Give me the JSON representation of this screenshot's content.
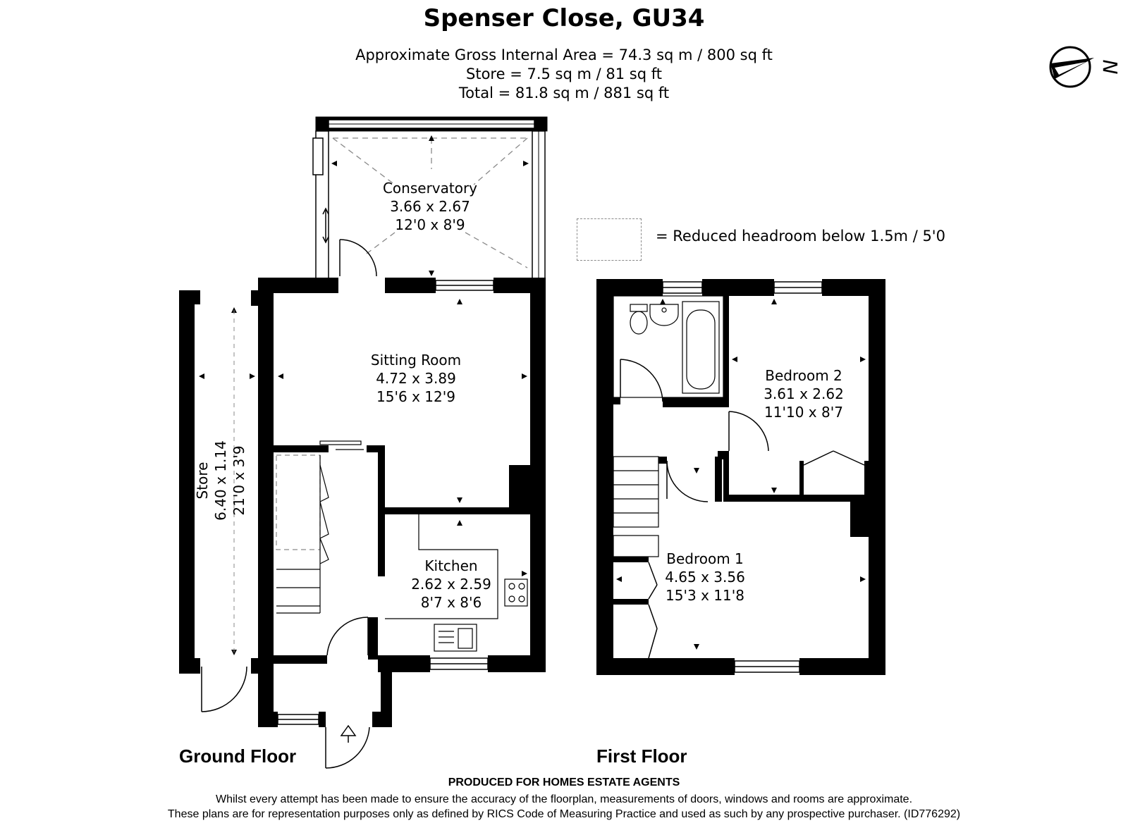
{
  "title": "Spenser Close, GU34",
  "areas": [
    "Approximate Gross Internal Area = 74.3 sq m / 800 sq ft",
    "Store = 7.5 sq m / 81 sq ft",
    "Total = 81.8 sq m / 881 sq ft"
  ],
  "compass_letter": "N",
  "legend": {
    "text": "= Reduced headroom below 1.5m / 5'0"
  },
  "floors": {
    "ground": "Ground Floor",
    "first": "First Floor"
  },
  "rooms": {
    "conservatory": {
      "name": "Conservatory",
      "metric": "3.66 x 2.67",
      "imperial": "12'0 x 8'9"
    },
    "sitting": {
      "name": "Sitting Room",
      "metric": "4.72 x 3.89",
      "imperial": "15'6 x 12'9"
    },
    "kitchen": {
      "name": "Kitchen",
      "metric": "2.62 x 2.59",
      "imperial": "8'7 x 8'6"
    },
    "store": {
      "name": "Store",
      "metric": "6.40 x 1.14",
      "imperial": "21'0 x 3'9"
    },
    "bedroom2": {
      "name": "Bedroom 2",
      "metric": "3.61 x 2.62",
      "imperial": "11'10 x 8'7"
    },
    "bedroom1": {
      "name": "Bedroom 1",
      "metric": "4.65 x 3.56",
      "imperial": "15'3 x 11'8"
    }
  },
  "footer": {
    "heading": "PRODUCED FOR HOMES ESTATE AGENTS",
    "line1": "Whilst every attempt has been made to ensure the accuracy of the floorplan, measurements of doors, windows and rooms are approximate.",
    "line2": "These plans are for representation purposes only as defined by RICS Code of Measuring Practice and used as such by any prospective purchaser. (ID776292)"
  }
}
